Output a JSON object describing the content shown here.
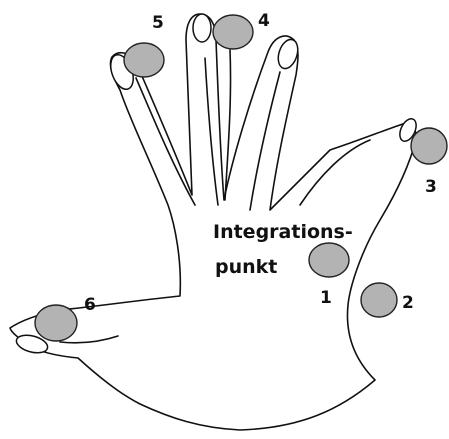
{
  "diagram": {
    "center_label": {
      "line1": "Integrations-",
      "line2": "punkt"
    },
    "points": [
      {
        "id": "1",
        "label": "1"
      },
      {
        "id": "2",
        "label": "2"
      },
      {
        "id": "3",
        "label": "3"
      },
      {
        "id": "4",
        "label": "4"
      },
      {
        "id": "5",
        "label": "5"
      },
      {
        "id": "6",
        "label": "6"
      }
    ],
    "colors": {
      "spot_fill": "#b3b3b3",
      "outline": "#111111",
      "background": "#ffffff"
    }
  }
}
